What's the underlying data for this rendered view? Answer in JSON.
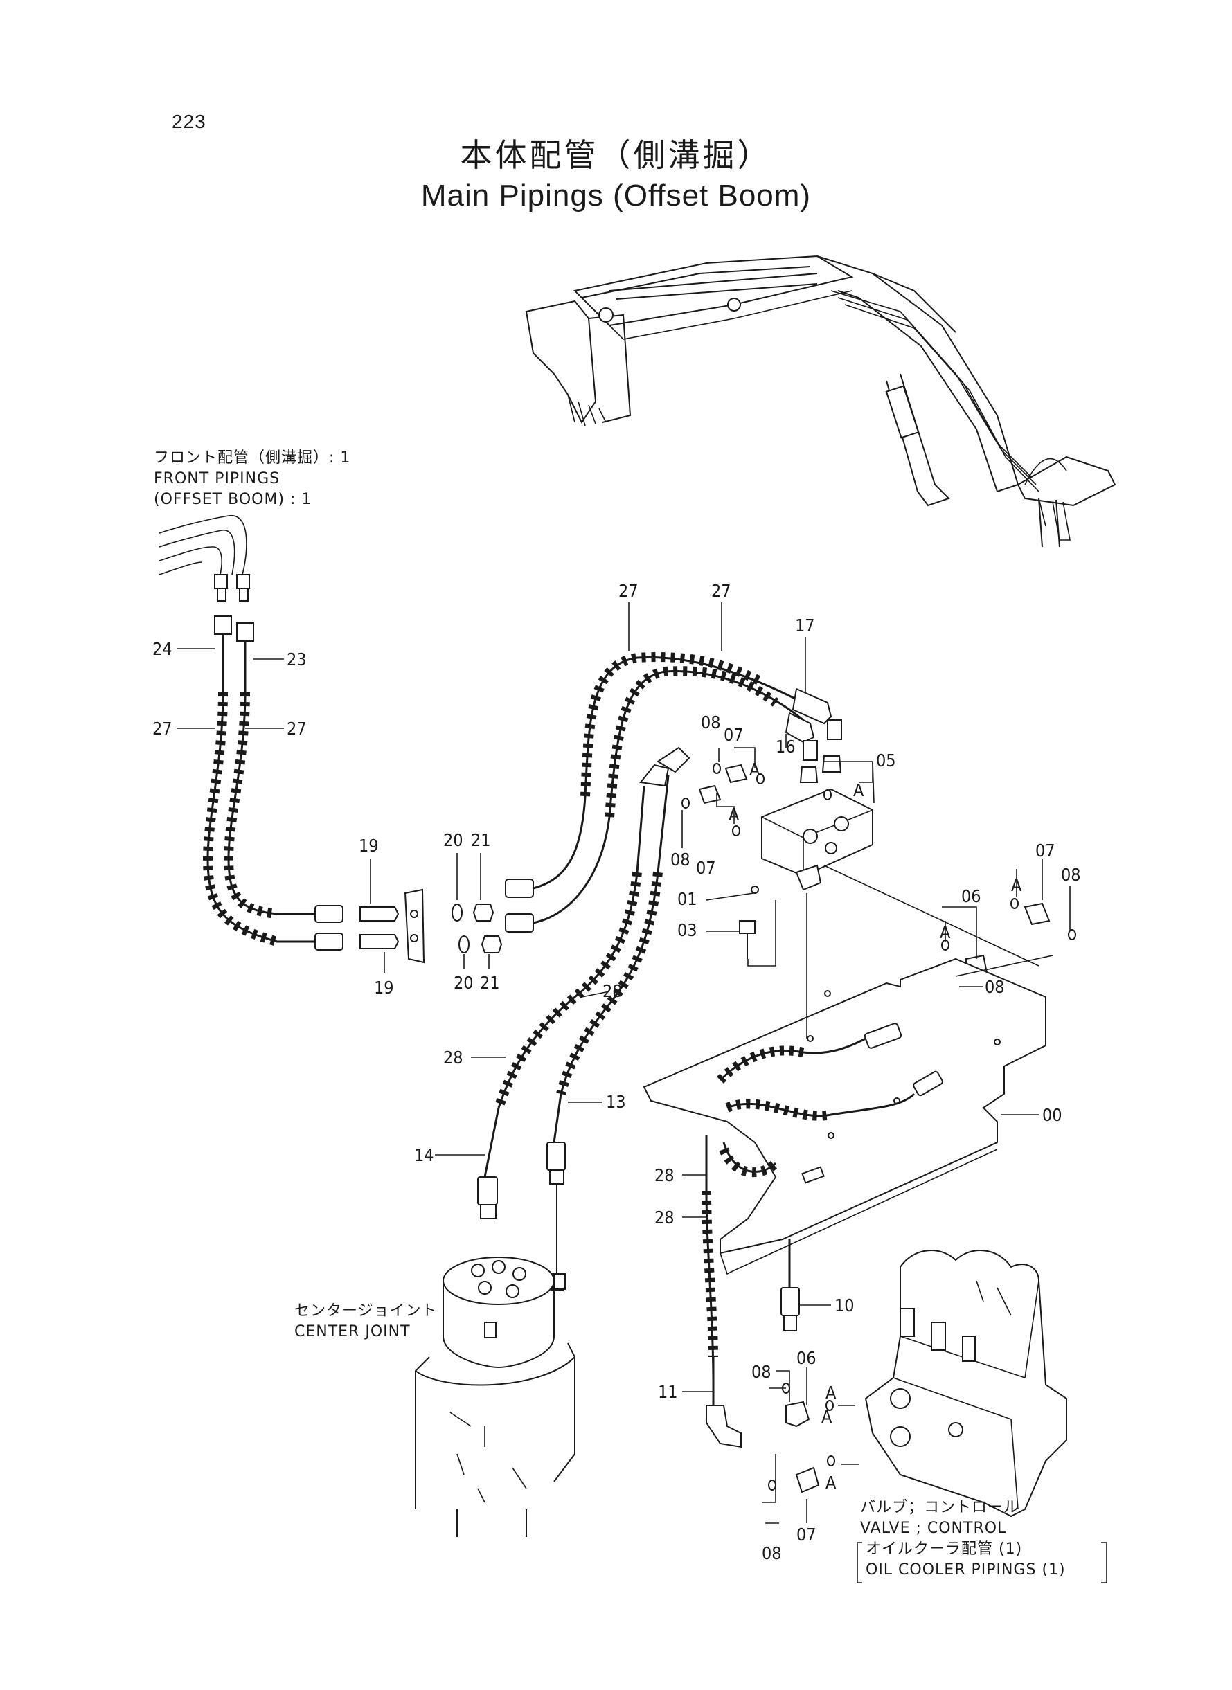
{
  "page": {
    "number": "223",
    "title_ja": "本体配管（側溝掘）",
    "title_en": "Main Pipings (Offset Boom)"
  },
  "callouts": {
    "front_pipings": {
      "ja": "フロント配管（側溝掘）: 1",
      "en_line1": "FRONT PIPINGS",
      "en_line2": "(OFFSET BOOM) : 1"
    },
    "center_joint": {
      "ja": "センタージョイント",
      "en": "CENTER JOINT"
    },
    "valve_control": {
      "ja": "バルブ；コントロール",
      "en": "VALVE ; CONTROL"
    },
    "oil_cooler": {
      "ja": "オイルクーラ配管 (1)",
      "en": "OIL COOLER PIPINGS (1)"
    }
  },
  "part_labels": {
    "p00": "00",
    "p01": "01",
    "p03": "03",
    "p05": "05",
    "p06a": "06",
    "p06b": "06",
    "p07a": "07",
    "p07b": "07",
    "p07c": "07",
    "p07d": "07",
    "p08a": "08",
    "p08b": "08",
    "p08c": "08",
    "p08d": "08",
    "p08e": "08",
    "p08f": "08",
    "p10": "10",
    "p11": "11",
    "p13": "13",
    "p14": "14",
    "p16": "16",
    "p17": "17",
    "p19a": "19",
    "p19b": "19",
    "p20a": "20",
    "p20b": "20",
    "p21a": "21",
    "p21b": "21",
    "p23": "23",
    "p24": "24",
    "p27a": "27",
    "p27b": "27",
    "p27c": "27",
    "p27d": "27",
    "p28a": "28",
    "p28b": "28",
    "p28c": "28",
    "p28d": "28"
  },
  "ref_marks": {
    "a1": "A",
    "a2": "A",
    "a3": "A",
    "a4": "A",
    "a5": "A",
    "a6": "A",
    "a7": "A",
    "a8": "A"
  }
}
